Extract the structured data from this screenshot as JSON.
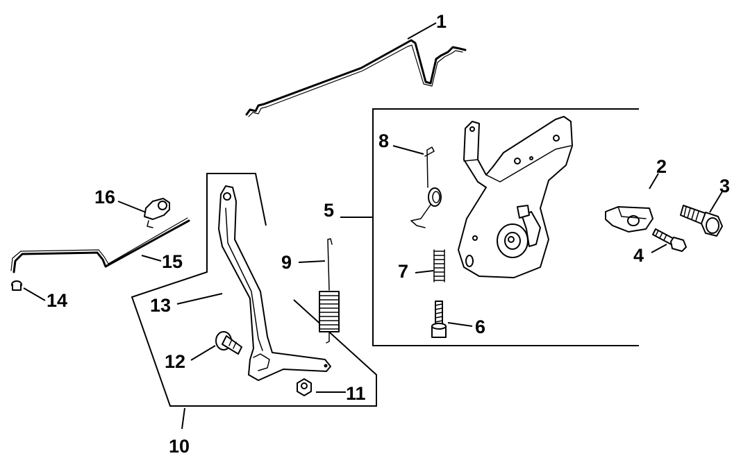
{
  "callouts": {
    "c1": "1",
    "c2": "2",
    "c3": "3",
    "c4": "4",
    "c5": "5",
    "c6": "6",
    "c7": "7",
    "c8": "8",
    "c9": "9",
    "c10": "10",
    "c11": "11",
    "c12": "12",
    "c13": "13",
    "c14": "14",
    "c15": "15",
    "c16": "16"
  },
  "colors": {
    "ink": "#000000",
    "background": "#ffffff"
  }
}
